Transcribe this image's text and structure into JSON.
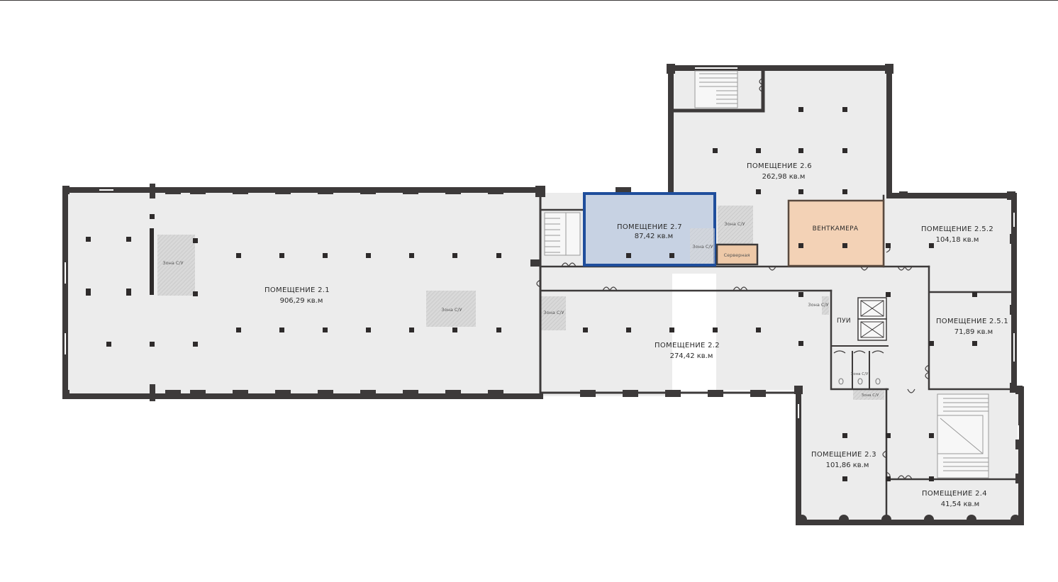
{
  "floor_plan": {
    "rooms": {
      "r21": {
        "name": "ПОМЕЩЕНИЕ 2.1",
        "area": "906,29 кв.м"
      },
      "r22": {
        "name": "ПОМЕЩЕНИЕ 2.2",
        "area": "274,42 кв.м"
      },
      "r23": {
        "name": "ПОМЕЩЕНИЕ 2.3",
        "area": "101,86 кв.м"
      },
      "r24": {
        "name": "ПОМЕЩЕНИЕ 2.4",
        "area": "41,54 кв.м"
      },
      "r251": {
        "name": "ПОМЕЩЕНИЕ 2.5.1",
        "area": "71,89 кв.м"
      },
      "r252": {
        "name": "ПОМЕЩЕНИЕ 2.5.2",
        "area": "104,18 кв.м"
      },
      "r26": {
        "name": "ПОМЕЩЕНИЕ 2.6",
        "area": "262,98 кв.м"
      },
      "r27": {
        "name": "ПОМЕЩЕНИЕ 2.7",
        "area": "87,42 кв.м"
      }
    },
    "labels": {
      "vent": "ВЕНТКАМЕРА",
      "server": "Серверная",
      "pui": "ПУИ",
      "wc": "Зона С/У"
    },
    "colors": {
      "wall": "#3d3a3a",
      "floor": "#ececec",
      "highlight_fill": "#c7d2e3",
      "highlight_stroke": "#1f4e9c",
      "vent_fill": "#f3d2b6",
      "vent_stroke": "#5a4a3f",
      "server_fill": "#eec9a8"
    }
  }
}
